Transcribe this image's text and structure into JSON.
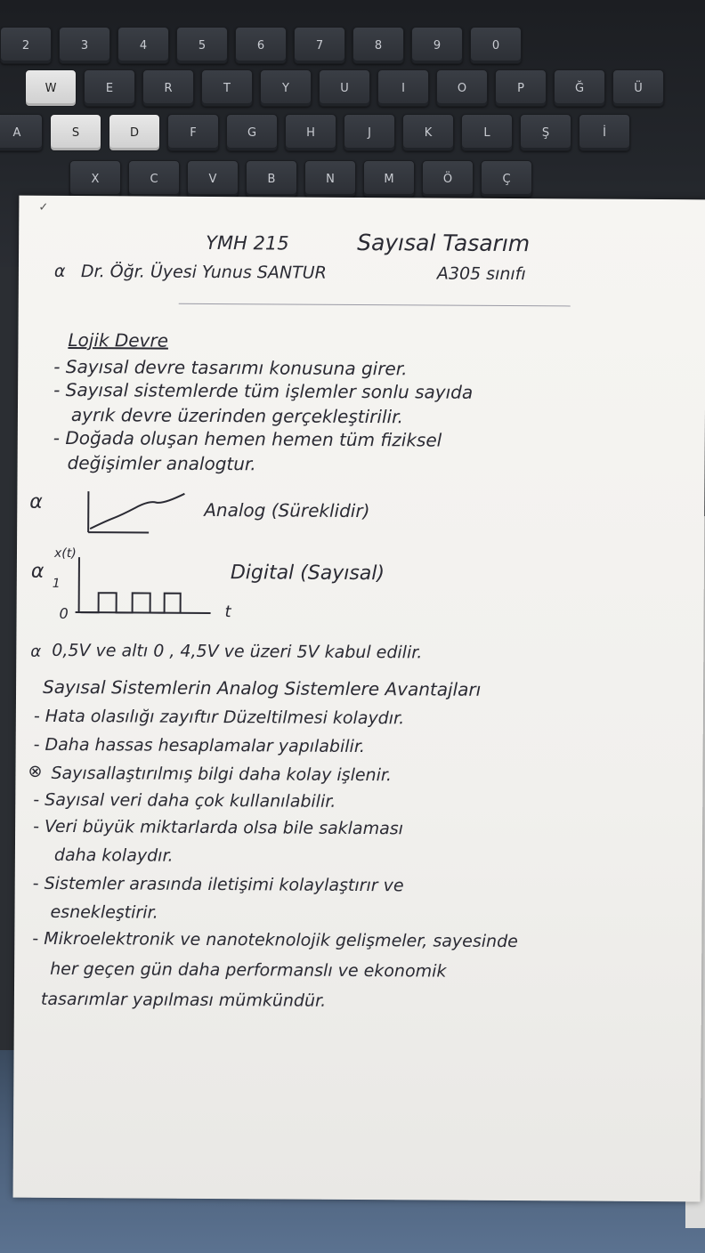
{
  "keyboard": {
    "row1": [
      "2",
      "3",
      "4",
      "5",
      "6",
      "7",
      "8",
      "9",
      "0"
    ],
    "row2": [
      "W",
      "E",
      "R",
      "T",
      "Y",
      "U",
      "I",
      "O",
      "P",
      "Ğ",
      "Ü"
    ],
    "row3": [
      "A",
      "S",
      "D",
      "F",
      "G",
      "H",
      "J",
      "K",
      "L",
      "Ş",
      "İ"
    ],
    "row4": [
      "X",
      "C",
      "V",
      "B",
      "N",
      "M",
      "Ö",
      "Ç"
    ]
  },
  "notes": {
    "course": "YMH 215",
    "course_title": "Sayısal Tasarım",
    "instructor": "Dr. Öğr. Üyesi Yunus SANTUR",
    "room": "A305 sınıfı",
    "section_title": "Lojik Devre",
    "bullets1": [
      "- Sayısal devre tasarımı konusuna girer.",
      "- Sayısal sistemlerde tüm işlemler sonlu sayıda",
      "ayrık devre üzerinden gerçekleştirilir.",
      "- Doğada oluşan hemen hemen tüm fiziksel",
      "değişimler analogtur."
    ],
    "analog_label": "Analog (Süreklidir)",
    "digital_label": "Digital (Sayısal)",
    "axis_x": "x(t)",
    "axis_one": "1",
    "axis_zero": "0",
    "axis_t": "t",
    "volt_note": "0,5V ve altı 0 , 4,5V ve üzeri 5V kabul edilir.",
    "advantages_title": "Sayısal Sistemlerin Analog Sistemlere Avantajları",
    "advantages": [
      "- Hata olasılığı zayıftır Düzeltilmesi kolaydır.",
      "- Daha hassas hesaplamalar yapılabilir.",
      "Sayısallaştırılmış bilgi daha kolay işlenir.",
      "- Sayısal veri daha çok kullanılabilir.",
      "- Veri büyük miktarlarda olsa bile saklaması",
      "daha kolaydır.",
      "- Sistemler arasında iletişimi kolaylaştırır ve",
      "esnekleştirir.",
      "- Mikroelektronik ve nanoteknolojik gelişmeler, sayesinde",
      "her geçen gün daha performanslı ve ekonomik",
      "tasarımlar yapılması mümkündür."
    ]
  }
}
